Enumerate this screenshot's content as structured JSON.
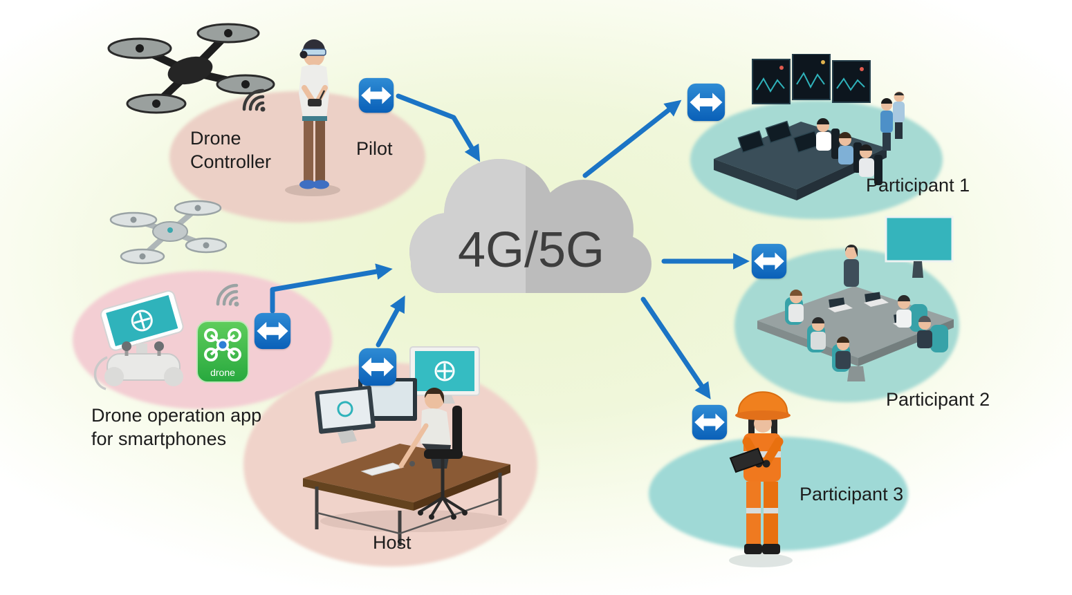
{
  "cloud": {
    "label": "4G/5G"
  },
  "zones": {
    "pilot": {
      "label": "Pilot",
      "equipment_label": "Drone\nController"
    },
    "drone_app": {
      "label": "Drone operation app\nfor smartphones",
      "app_icon_label": "drone"
    },
    "host": {
      "label": "Host"
    },
    "participant1": {
      "label": "Participant 1"
    },
    "participant2": {
      "label": "Participant 2"
    },
    "participant3": {
      "label": "Participant 3"
    }
  },
  "icons": {
    "connection": "two-way-remote-connection-icon",
    "wifi": "wifi-signal-icon",
    "cloud": "network-cloud"
  },
  "colors": {
    "arrow_blue": "#1b74c5",
    "connection_icon_blue": "#1072c6",
    "cloud_left": "#d0d0d0",
    "cloud_right": "#bcbcbc",
    "pilot_ellipse": "#ecd0c6",
    "drone_app_ellipse": "#f3ced3",
    "host_ellipse": "#f0d3ca",
    "participant_ellipse": "#a6dad3",
    "app_icon_green": "#3db54a",
    "worker_suit_orange": "#f0781e"
  }
}
